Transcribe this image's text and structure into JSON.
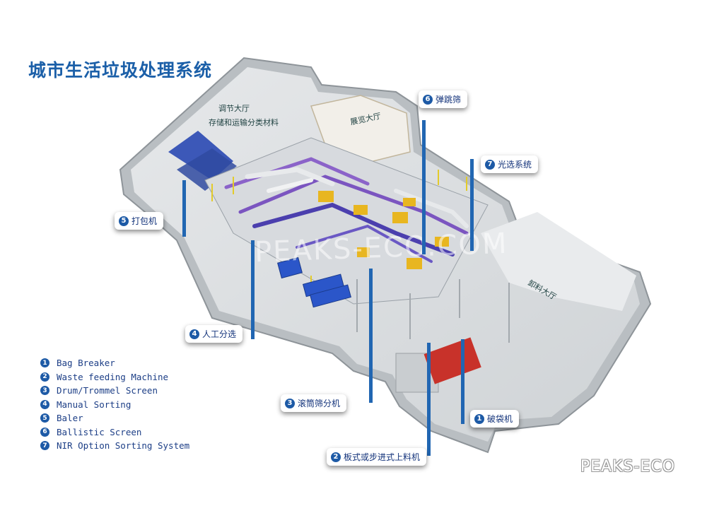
{
  "title": "城市生活垃圾处理系统",
  "halls": {
    "regulating_hall": "调节大厅",
    "regulating_hall_desc": "存储和运输分类材料",
    "exhibition_hall": "展览大厅",
    "unloading_hall": "卸料大厅"
  },
  "callouts": {
    "ballistic": {
      "num": "6",
      "label": "弹跳筛"
    },
    "nir": {
      "num": "7",
      "label": "光选系统"
    },
    "baler": {
      "num": "5",
      "label": "打包机"
    },
    "manual": {
      "num": "4",
      "label": "人工分选"
    },
    "trommel": {
      "num": "3",
      "label": "滚筒筛分机"
    },
    "bag_breaker": {
      "num": "1",
      "label": "破袋机"
    },
    "feeder": {
      "num": "2",
      "label": "板式或步进式上料机"
    }
  },
  "legend": [
    {
      "num": "1",
      "label": "Bag Breaker"
    },
    {
      "num": "2",
      "label": "Waste feeding Machine"
    },
    {
      "num": "3",
      "label": "Drum/Trommel Screen"
    },
    {
      "num": "4",
      "label": "Manual Sorting"
    },
    {
      "num": "5",
      "label": "Baler"
    },
    {
      "num": "6",
      "label": "Ballistic Screen"
    },
    {
      "num": "7",
      "label": "NIR Option Sorting System"
    }
  ],
  "watermark": "PEAKS-ECO",
  "watermark_center": "PEAKS-ECO.COM",
  "colors": {
    "accent": "#1d5aa6",
    "title": "#1b5fa8"
  }
}
